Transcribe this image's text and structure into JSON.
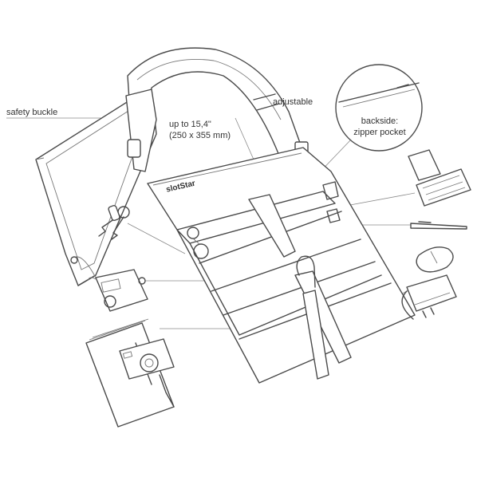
{
  "labels": {
    "safety_buckle": "safety buckle",
    "adjustable": "adjustable",
    "size_line1": "up to 15,4\"",
    "size_line2": "(250 x 355 mm)",
    "backside_line1": "backside:",
    "backside_line2": "zipper pocket",
    "brand": "slotStar"
  },
  "icons": [
    "laptop-icon",
    "keys-icon",
    "mp3-player-icon",
    "notebook-icon",
    "camera-icon",
    "phone-icon",
    "pen-icon",
    "mouse-icon",
    "power-adapter-icon",
    "bag-icon",
    "magnifier-icon"
  ]
}
